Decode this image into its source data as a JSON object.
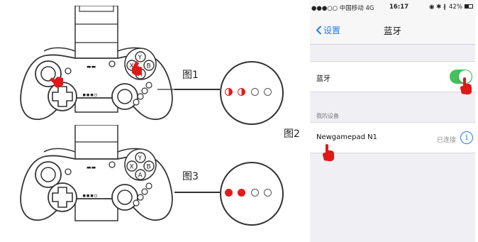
{
  "figure_labels": {
    "fig1": "图1",
    "fig2": "图2",
    "fig3": "图3"
  },
  "controllers": {
    "buttons": {
      "y": "Y",
      "x": "X",
      "b": "B",
      "a": "A"
    }
  },
  "led_panels": {
    "fig1": {
      "states": [
        "half-red",
        "half-red",
        "off",
        "off"
      ]
    },
    "fig3": {
      "states": [
        "red",
        "red",
        "off",
        "off"
      ]
    }
  },
  "phone": {
    "status_bar": {
      "carrier": "●●●○○ 中国移动  4G",
      "time": "16:17",
      "battery": "42%"
    },
    "nav": {
      "back_label": "设置",
      "title": "蓝牙"
    },
    "bluetooth_row": {
      "label": "蓝牙",
      "toggle_on": true
    },
    "section_header": "我的设备",
    "device": {
      "name": "Newgamepad N1",
      "status": "已连接",
      "info_icon": "i"
    }
  },
  "colors": {
    "accent_blue": "#1a7ef0",
    "toggle_green": "#43c15a",
    "led_red": "#e31b1b",
    "hand_red": "#e01818"
  }
}
